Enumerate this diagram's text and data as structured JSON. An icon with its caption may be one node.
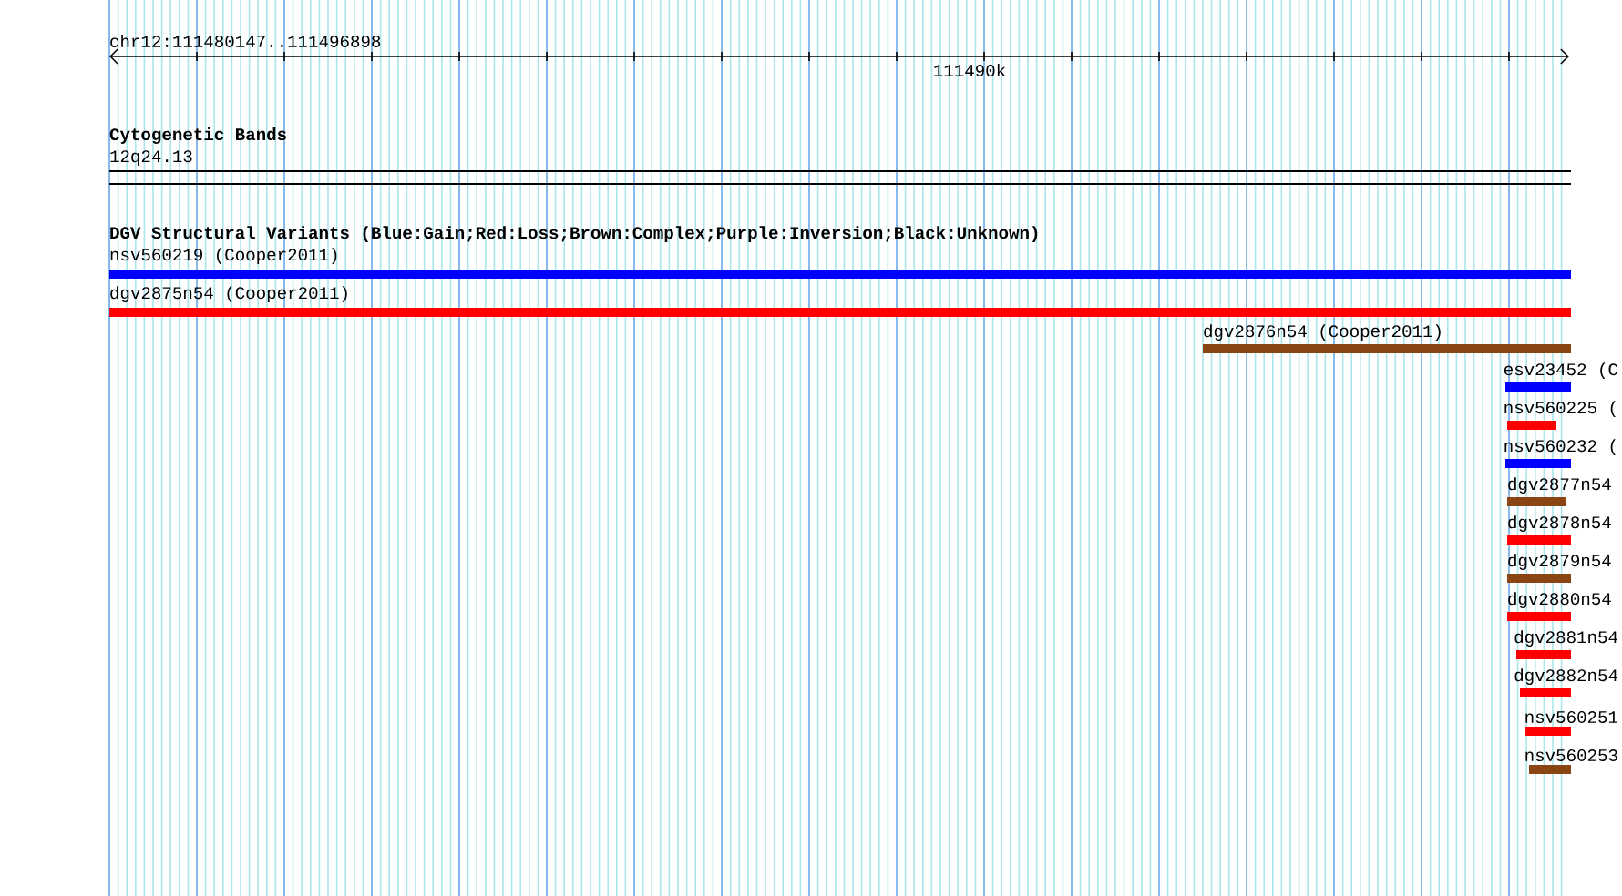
{
  "diagram": {
    "nodes": [
      {
        "text": [
          "nsv560219 (Cooper2011)"
        ]
      },
      {
        "text": [
          "dgv2875n54 (Cooper2011)"
        ]
      },
      {
        "text": [
          "dgv2876n54 (Cooper2011)"
        ]
      },
      {
        "text": [
          "esv23452 (C"
        ]
      },
      {
        "text": [
          "nsv560225 ("
        ]
      },
      {
        "text": [
          "nsv560232 ("
        ]
      },
      {
        "text": [
          "dgv2877n54"
        ]
      },
      {
        "text": [
          "dgv2878n54"
        ]
      },
      {
        "text": [
          "dgv2879n54"
        ]
      },
      {
        "text": [
          "dgv2880n54"
        ]
      },
      {
        "text": [
          "dgv2881n54"
        ]
      },
      {
        "text": [
          "dgv2882n54"
        ]
      },
      {
        "text": [
          "nsv560251"
        ]
      },
      {
        "text": [
          "nsv560253"
        ]
      }
    ],
    "labels": [
      "chr12:111480147..111496898",
      "111490k",
      "Cytogenetic Bands",
      "12q24.13",
      "DGV Structural Variants (Blue:Gain;Red:Loss;Brown:Complex;Purple:Inversion;Black:Unknown)"
    ]
  }
}
